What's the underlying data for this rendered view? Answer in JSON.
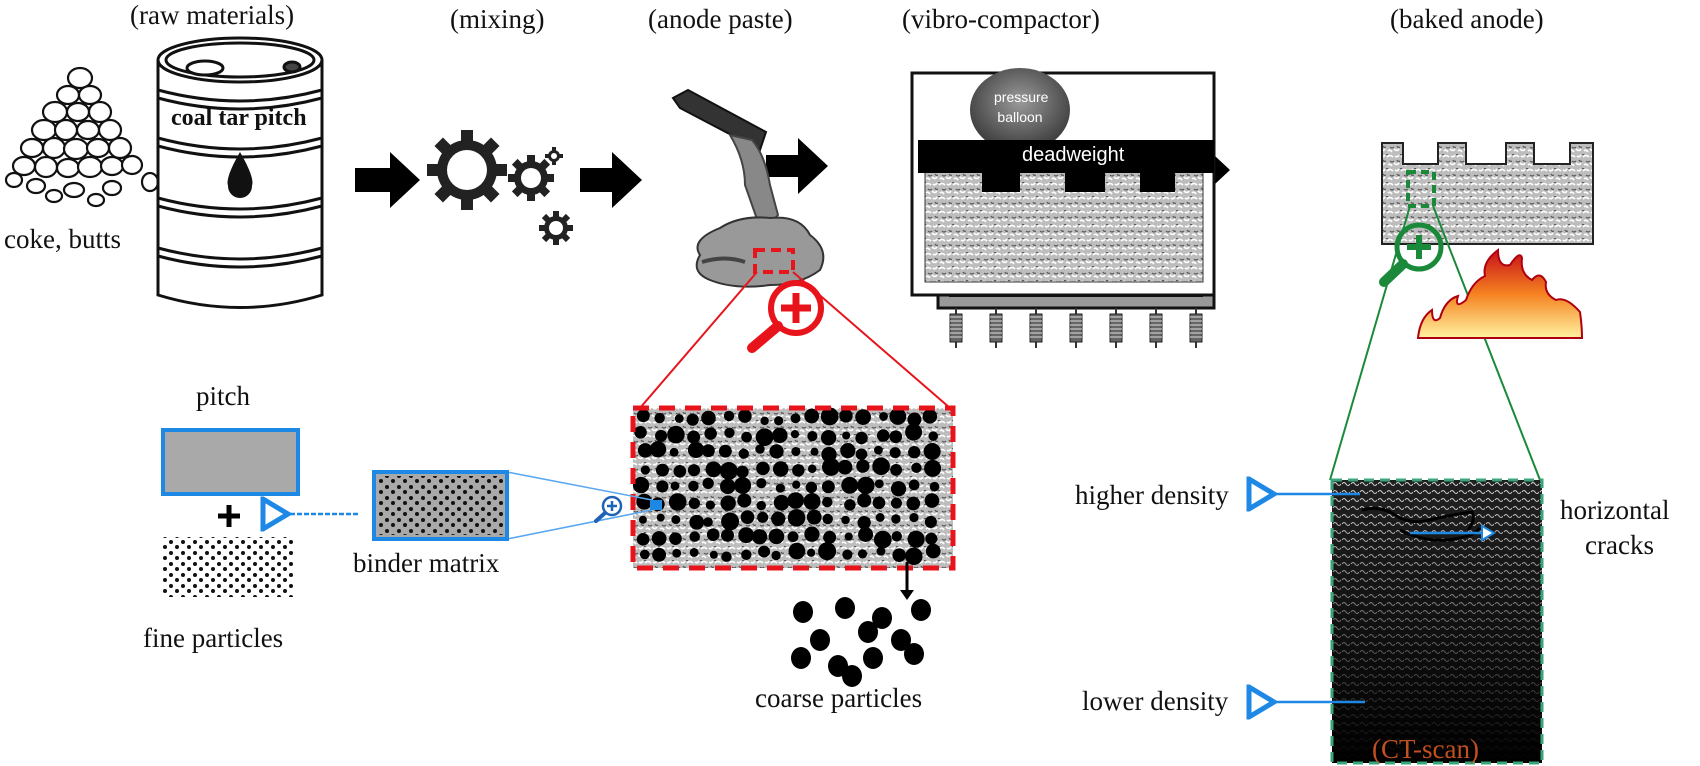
{
  "stages": [
    {
      "title": "(raw materials)"
    },
    {
      "title": "(mixing)"
    },
    {
      "title": "(anode paste)"
    },
    {
      "title": "(vibro-compactor)"
    },
    {
      "title": "(baked anode)"
    }
  ],
  "raw_materials": {
    "coke_label": "coke, butts",
    "barrel_label": "coal tar pitch"
  },
  "vibro_compactor": {
    "balloon_label_line1": "pressure",
    "balloon_label_line2": "balloon",
    "deadweight_label": "deadweight",
    "spring_count": 7
  },
  "paste_detail": {
    "pitch_label": "pitch",
    "plus_sign": "+",
    "fine_particles_label": "fine particles",
    "binder_matrix_label": "binder matrix",
    "coarse_particles_label": "coarse particles"
  },
  "ct_scan": {
    "higher_density_label": "higher density",
    "lower_density_label": "lower density",
    "cracks_label_line1": "horizontal",
    "cracks_label_line2": "cracks",
    "caption": "(CT-scan)"
  },
  "colors": {
    "red_highlight": "#e8141b",
    "green_highlight": "#1a8a3a",
    "blue_highlight": "#1e88e5",
    "ct_caption": "#c0501f",
    "arrow": "#000000"
  }
}
